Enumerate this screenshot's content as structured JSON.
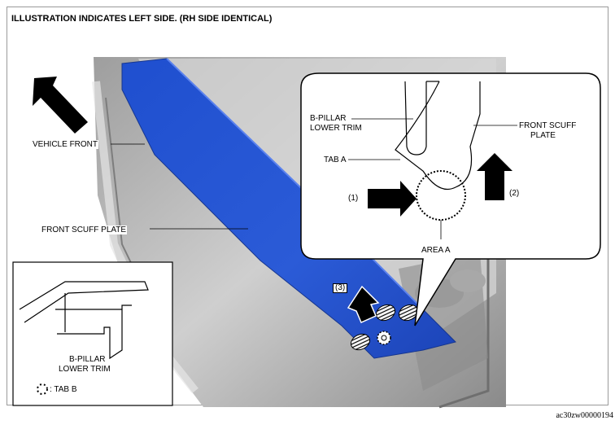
{
  "title": "ILLUSTRATION INDICATES LEFT SIDE. (RH SIDE IDENTICAL)",
  "labels": {
    "vehicle_front": "VEHICLE FRONT",
    "front_scuff_plate_main": "FRONT SCUFF PLATE",
    "b_pillar_line1": "B-PILLAR",
    "b_pillar_line2": "LOWER TRIM",
    "front_scuff_line1": "FRONT SCUFF",
    "front_scuff_line2": "PLATE",
    "tab_a": "TAB A",
    "step1": "(1)",
    "step2": "(2)",
    "step3": "(3)",
    "area_a": "AREA A",
    "inset_b_pillar_line1": "B-PILLAR",
    "inset_b_pillar_line2": "LOWER TRIM",
    "tab_b": ": TAB B"
  },
  "doc_id": "ac30zw00000194",
  "colors": {
    "scuff_plate": "#2b5bd7",
    "body_gray": "#b8b8b8",
    "arrow": "#000000"
  }
}
